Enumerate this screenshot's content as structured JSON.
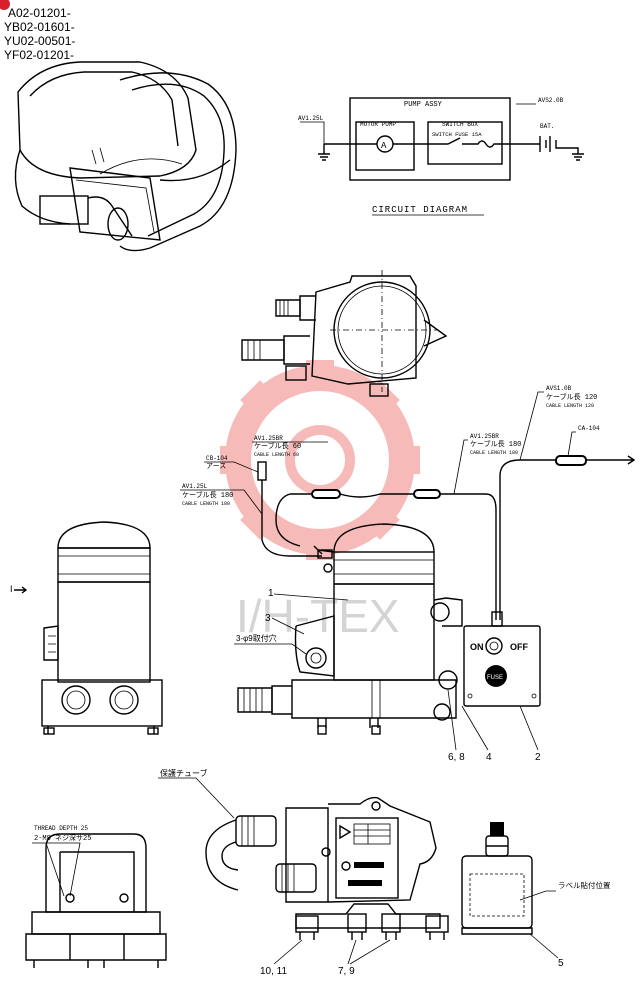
{
  "part_codes": [
    "A02-01201-",
    "YB02-01601-",
    "YU02-00501-",
    "YF02-01201-"
  ],
  "circuit": {
    "title": "CIRCUIT DIAGRAM",
    "pump_assy": "PUMP ASSY",
    "motor_pump": "MOTOR PUMP",
    "motor_symbol": "A",
    "switch_box": "SWITCH BOX",
    "switch_fuse": "SWITCH  FUSE 15A",
    "wire_left": "AV1.25L",
    "wire_right": "AVS2.0B",
    "battery": "BAT."
  },
  "cables": {
    "w1_spec": "AV1.25BR",
    "w1_jp": "ケーブル長 60",
    "w1_en": "CABLE LENGTH 60",
    "cb104": "CB-104",
    "cb104_jp": "アース",
    "w2_spec": "AV1.25L",
    "w2_jp": "ケーブル長 180",
    "w2_en": "CABLE LENGTH 180",
    "w3_spec": "AV1.25BR",
    "w3_jp": "ケーブル長 180",
    "w3_en": "CABLE LENGTH 180",
    "w4_spec": "AVS1.0B",
    "w4_jp": "ケーブル長 120",
    "w4_en": "CABLE LENGTH 120",
    "ca104": "CA-104"
  },
  "labels": {
    "arrow_i": "I",
    "mount_note": "3-φ9取付穴",
    "thread_en": "THREAD DEPTH 25",
    "thread_jp": "2-M8 ネジ深サ25",
    "tube": "保護チューブ",
    "label_pos": "ラベル貼付位置",
    "sw_on": "ON",
    "sw_off": "OFF",
    "sw_fuse": "FUSE"
  },
  "callouts": [
    "1",
    "2",
    "3",
    "4",
    "6, 8",
    "5",
    "10, 11",
    "7, 9"
  ],
  "watermark": "I/H-TEX",
  "colors": {
    "line": "#000000",
    "watermark": "#e8403a",
    "corner_mark": "#d81e2a"
  }
}
